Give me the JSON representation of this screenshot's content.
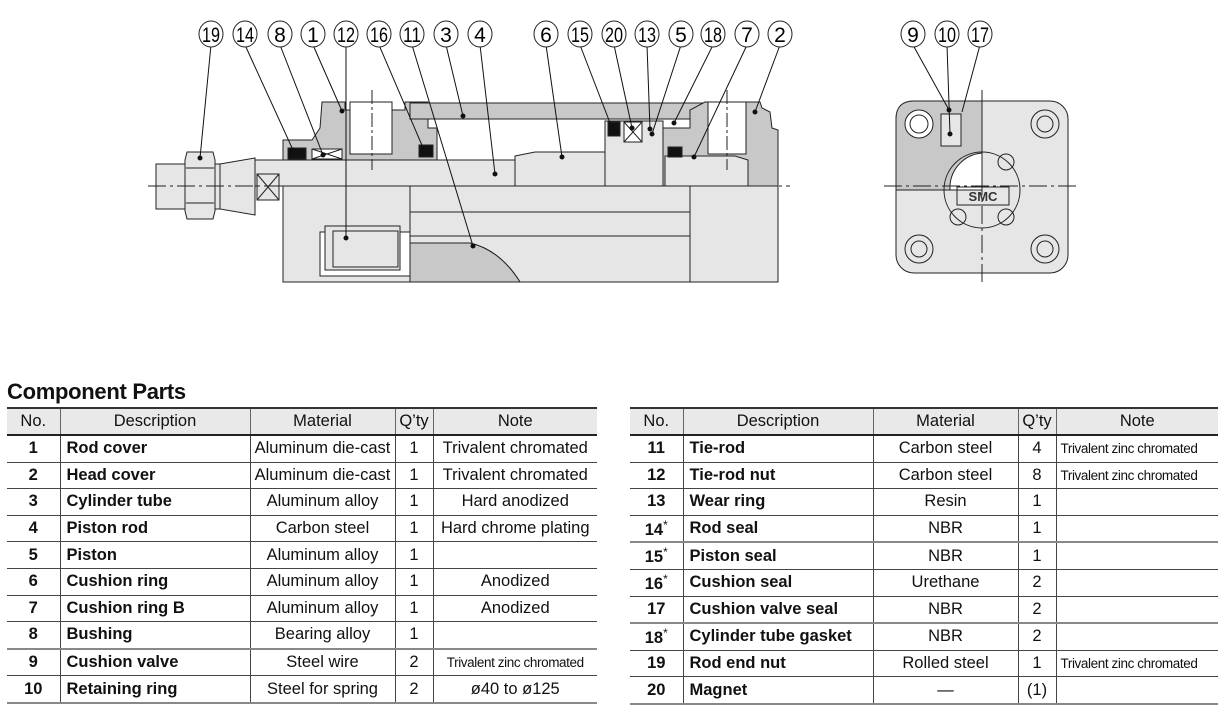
{
  "diagram": {
    "section_view_callouts": [
      "19",
      "14",
      "8",
      "1",
      "12",
      "16",
      "11",
      "3",
      "4",
      "6",
      "15",
      "20",
      "13",
      "5",
      "18",
      "7",
      "2"
    ],
    "end_view_callouts": [
      "9",
      "10",
      "17"
    ],
    "logo_text": "SMC",
    "colors": {
      "body_fill": "#c8c8c8",
      "light_fill": "#e6e6e6",
      "line": "#222222",
      "seal": "#111111"
    }
  },
  "section_title": "Component Parts",
  "table_headers": {
    "no": "No.",
    "description": "Description",
    "material": "Material",
    "qty": "Q’ty",
    "note": "Note"
  },
  "parts_left": [
    {
      "no": "1",
      "star": "",
      "description": "Rod cover",
      "material": "Aluminum die-cast",
      "qty": "1",
      "note": "Trivalent chromated"
    },
    {
      "no": "2",
      "star": "",
      "description": "Head cover",
      "material": "Aluminum die-cast",
      "qty": "1",
      "note": "Trivalent chromated"
    },
    {
      "no": "3",
      "star": "",
      "description": "Cylinder tube",
      "material": "Aluminum alloy",
      "qty": "1",
      "note": "Hard anodized"
    },
    {
      "no": "4",
      "star": "",
      "description": "Piston rod",
      "material": "Carbon steel",
      "qty": "1",
      "note": "Hard chrome plating"
    },
    {
      "no": "5",
      "star": "",
      "description": "Piston",
      "material": "Aluminum alloy",
      "qty": "1",
      "note": ""
    },
    {
      "no": "6",
      "star": "",
      "description": "Cushion ring",
      "material": "Aluminum alloy",
      "qty": "1",
      "note": "Anodized"
    },
    {
      "no": "7",
      "star": "",
      "description": "Cushion ring B",
      "material": "Aluminum alloy",
      "qty": "1",
      "note": "Anodized"
    },
    {
      "no": "8",
      "star": "",
      "description": "Bushing",
      "material": "Bearing alloy",
      "qty": "1",
      "note": ""
    },
    {
      "no": "9",
      "star": "",
      "description": "Cushion valve",
      "material": "Steel wire",
      "qty": "2",
      "note": "Trivalent zinc chromated"
    },
    {
      "no": "10",
      "star": "",
      "description": "Retaining ring",
      "material": "Steel for spring",
      "qty": "2",
      "note": "ø40 to ø125"
    }
  ],
  "parts_right": [
    {
      "no": "11",
      "star": "",
      "description": "Tie-rod",
      "material": "Carbon steel",
      "qty": "4",
      "note": "Trivalent zinc chromated"
    },
    {
      "no": "12",
      "star": "",
      "description": "Tie-rod nut",
      "material": "Carbon steel",
      "qty": "8",
      "note": "Trivalent zinc chromated"
    },
    {
      "no": "13",
      "star": "",
      "description": "Wear ring",
      "material": "Resin",
      "qty": "1",
      "note": ""
    },
    {
      "no": "14",
      "star": "*",
      "description": "Rod seal",
      "material": "NBR",
      "qty": "1",
      "note": ""
    },
    {
      "no": "15",
      "star": "*",
      "description": "Piston seal",
      "material": "NBR",
      "qty": "1",
      "note": ""
    },
    {
      "no": "16",
      "star": "*",
      "description": "Cushion seal",
      "material": "Urethane",
      "qty": "2",
      "note": ""
    },
    {
      "no": "17",
      "star": "",
      "description": "Cushion valve seal",
      "material": "NBR",
      "qty": "2",
      "note": ""
    },
    {
      "no": "18",
      "star": "*",
      "description": "Cylinder tube gasket",
      "material": "NBR",
      "qty": "2",
      "note": ""
    },
    {
      "no": "19",
      "star": "",
      "description": "Rod end nut",
      "material": "Rolled steel",
      "qty": "1",
      "note": "Trivalent zinc chromated"
    },
    {
      "no": "20",
      "star": "",
      "description": "Magnet",
      "material": "—",
      "qty": "(1)",
      "note": ""
    }
  ]
}
